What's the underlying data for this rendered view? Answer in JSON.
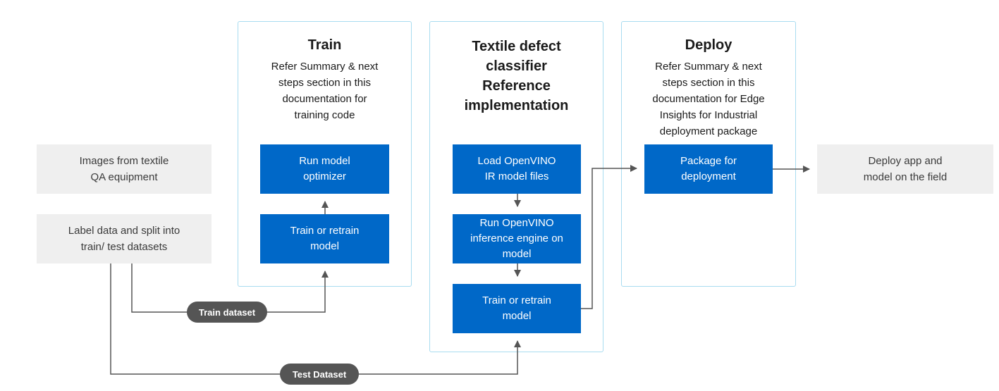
{
  "sources": {
    "images": "Images from textile\nQA equipment",
    "label": "Label data and split into\ntrain/ test datasets"
  },
  "train_panel": {
    "title": "Train",
    "description": "Refer Summary & next\nsteps section in this\ndocumentation for\ntraining code",
    "optimizer": "Run model\noptimizer",
    "retrain": "Train or retrain\nmodel"
  },
  "classifier_panel": {
    "title": "Textile defect\nclassifier\nReference\nimplementation",
    "load": "Load OpenVINO\nIR model files",
    "inference": "Run OpenVINO\ninference engine on\nmodel",
    "retrain": "Train or retrain\nmodel"
  },
  "deploy_panel": {
    "title": "Deploy",
    "description": "Refer Summary & next\nsteps section in this\ndocumentation for Edge\nInsights for Industrial\ndeployment package",
    "package": "Package for\ndeployment"
  },
  "output": {
    "deploy": "Deploy app and\nmodel on the field"
  },
  "connectors": {
    "train_dataset": "Train dataset",
    "test_dataset": "Test Dataset"
  },
  "colors": {
    "process_box": "#0068c8",
    "input_box": "#efefef",
    "panel_border": "#a8dcf0",
    "connector": "#555555"
  }
}
